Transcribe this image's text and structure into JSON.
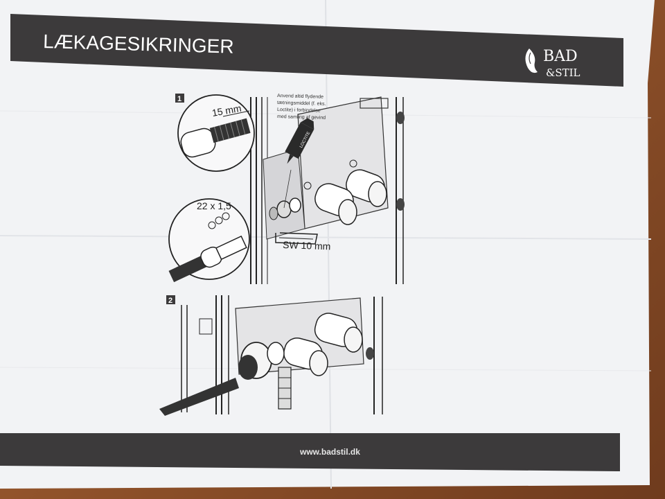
{
  "header": {
    "title": "LÆKAGESIKRINGER",
    "logo_line1": "BAD",
    "logo_line2": "&STIL"
  },
  "steps": [
    {
      "number": "1",
      "note_lines": [
        "Anvend altid flydende",
        "tætningsmiddel (f. eks.",
        "Loctite) i forbindelse",
        "med samling af gevind"
      ],
      "dim_length": "15 mm",
      "dim_pipe": "22 x 1,5",
      "tool_label": "SW 10 mm",
      "product_label": "LOCTITE"
    },
    {
      "number": "2"
    }
  ],
  "footer": {
    "url": "www.badstil.dk"
  },
  "colors": {
    "band": "#3c3a3b",
    "paper": "#f3f4f6",
    "table": "#7d4524"
  }
}
